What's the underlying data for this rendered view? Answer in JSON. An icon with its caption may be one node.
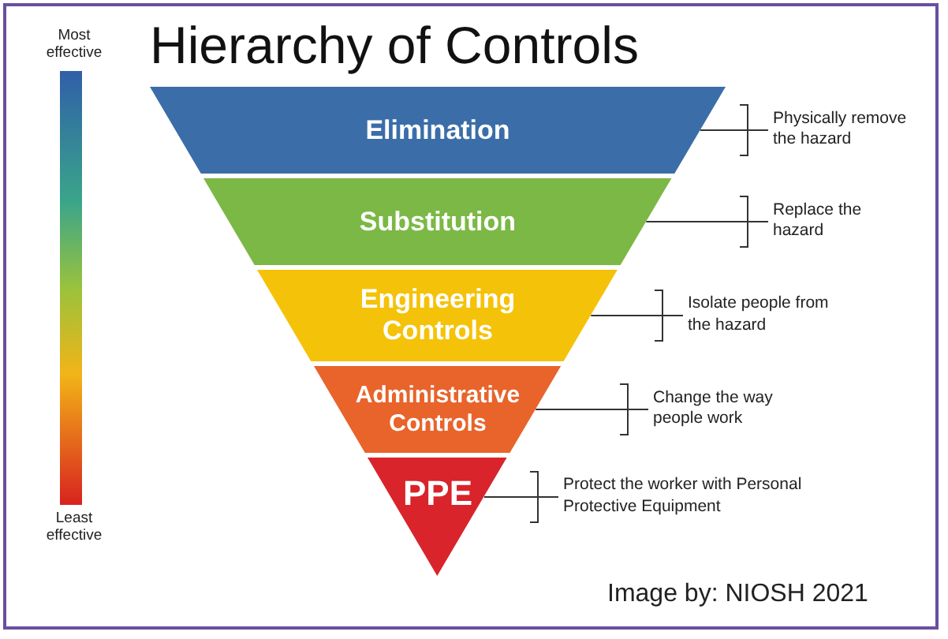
{
  "diagram": {
    "title": "Hierarchy of Controls",
    "caption": "Image by: NIOSH 2021",
    "nodes": [
      {
        "text": [
          "Elimination"
        ]
      },
      {
        "text": [
          "Substitution"
        ]
      },
      {
        "text": [
          "Engineering Controls"
        ]
      },
      {
        "text": [
          "Administrative Controls"
        ]
      },
      {
        "text": [
          "PPE"
        ]
      },
      {
        "text": [
          "Physically remove the hazard"
        ]
      },
      {
        "text": [
          "Replace the hazard"
        ]
      },
      {
        "text": [
          "Isolate people from the hazard"
        ]
      },
      {
        "text": [
          "Change the way people work"
        ]
      },
      {
        "text": [
          "Protect the worker with Personal Protective Equipment"
        ]
      },
      {
        "text": [],
        "shape": "bar",
        "beside": [
          "Most effective",
          "Least effective"
        ]
      }
    ],
    "edges": [
      {
        "from": 5,
        "to": 0,
        "arrow": "none"
      },
      {
        "from": 6,
        "to": 1,
        "arrow": "none"
      },
      {
        "from": 7,
        "to": 2,
        "arrow": "none"
      },
      {
        "from": 8,
        "to": 3,
        "arrow": "none"
      },
      {
        "from": 9,
        "to": 4,
        "arrow": "none"
      }
    ]
  }
}
